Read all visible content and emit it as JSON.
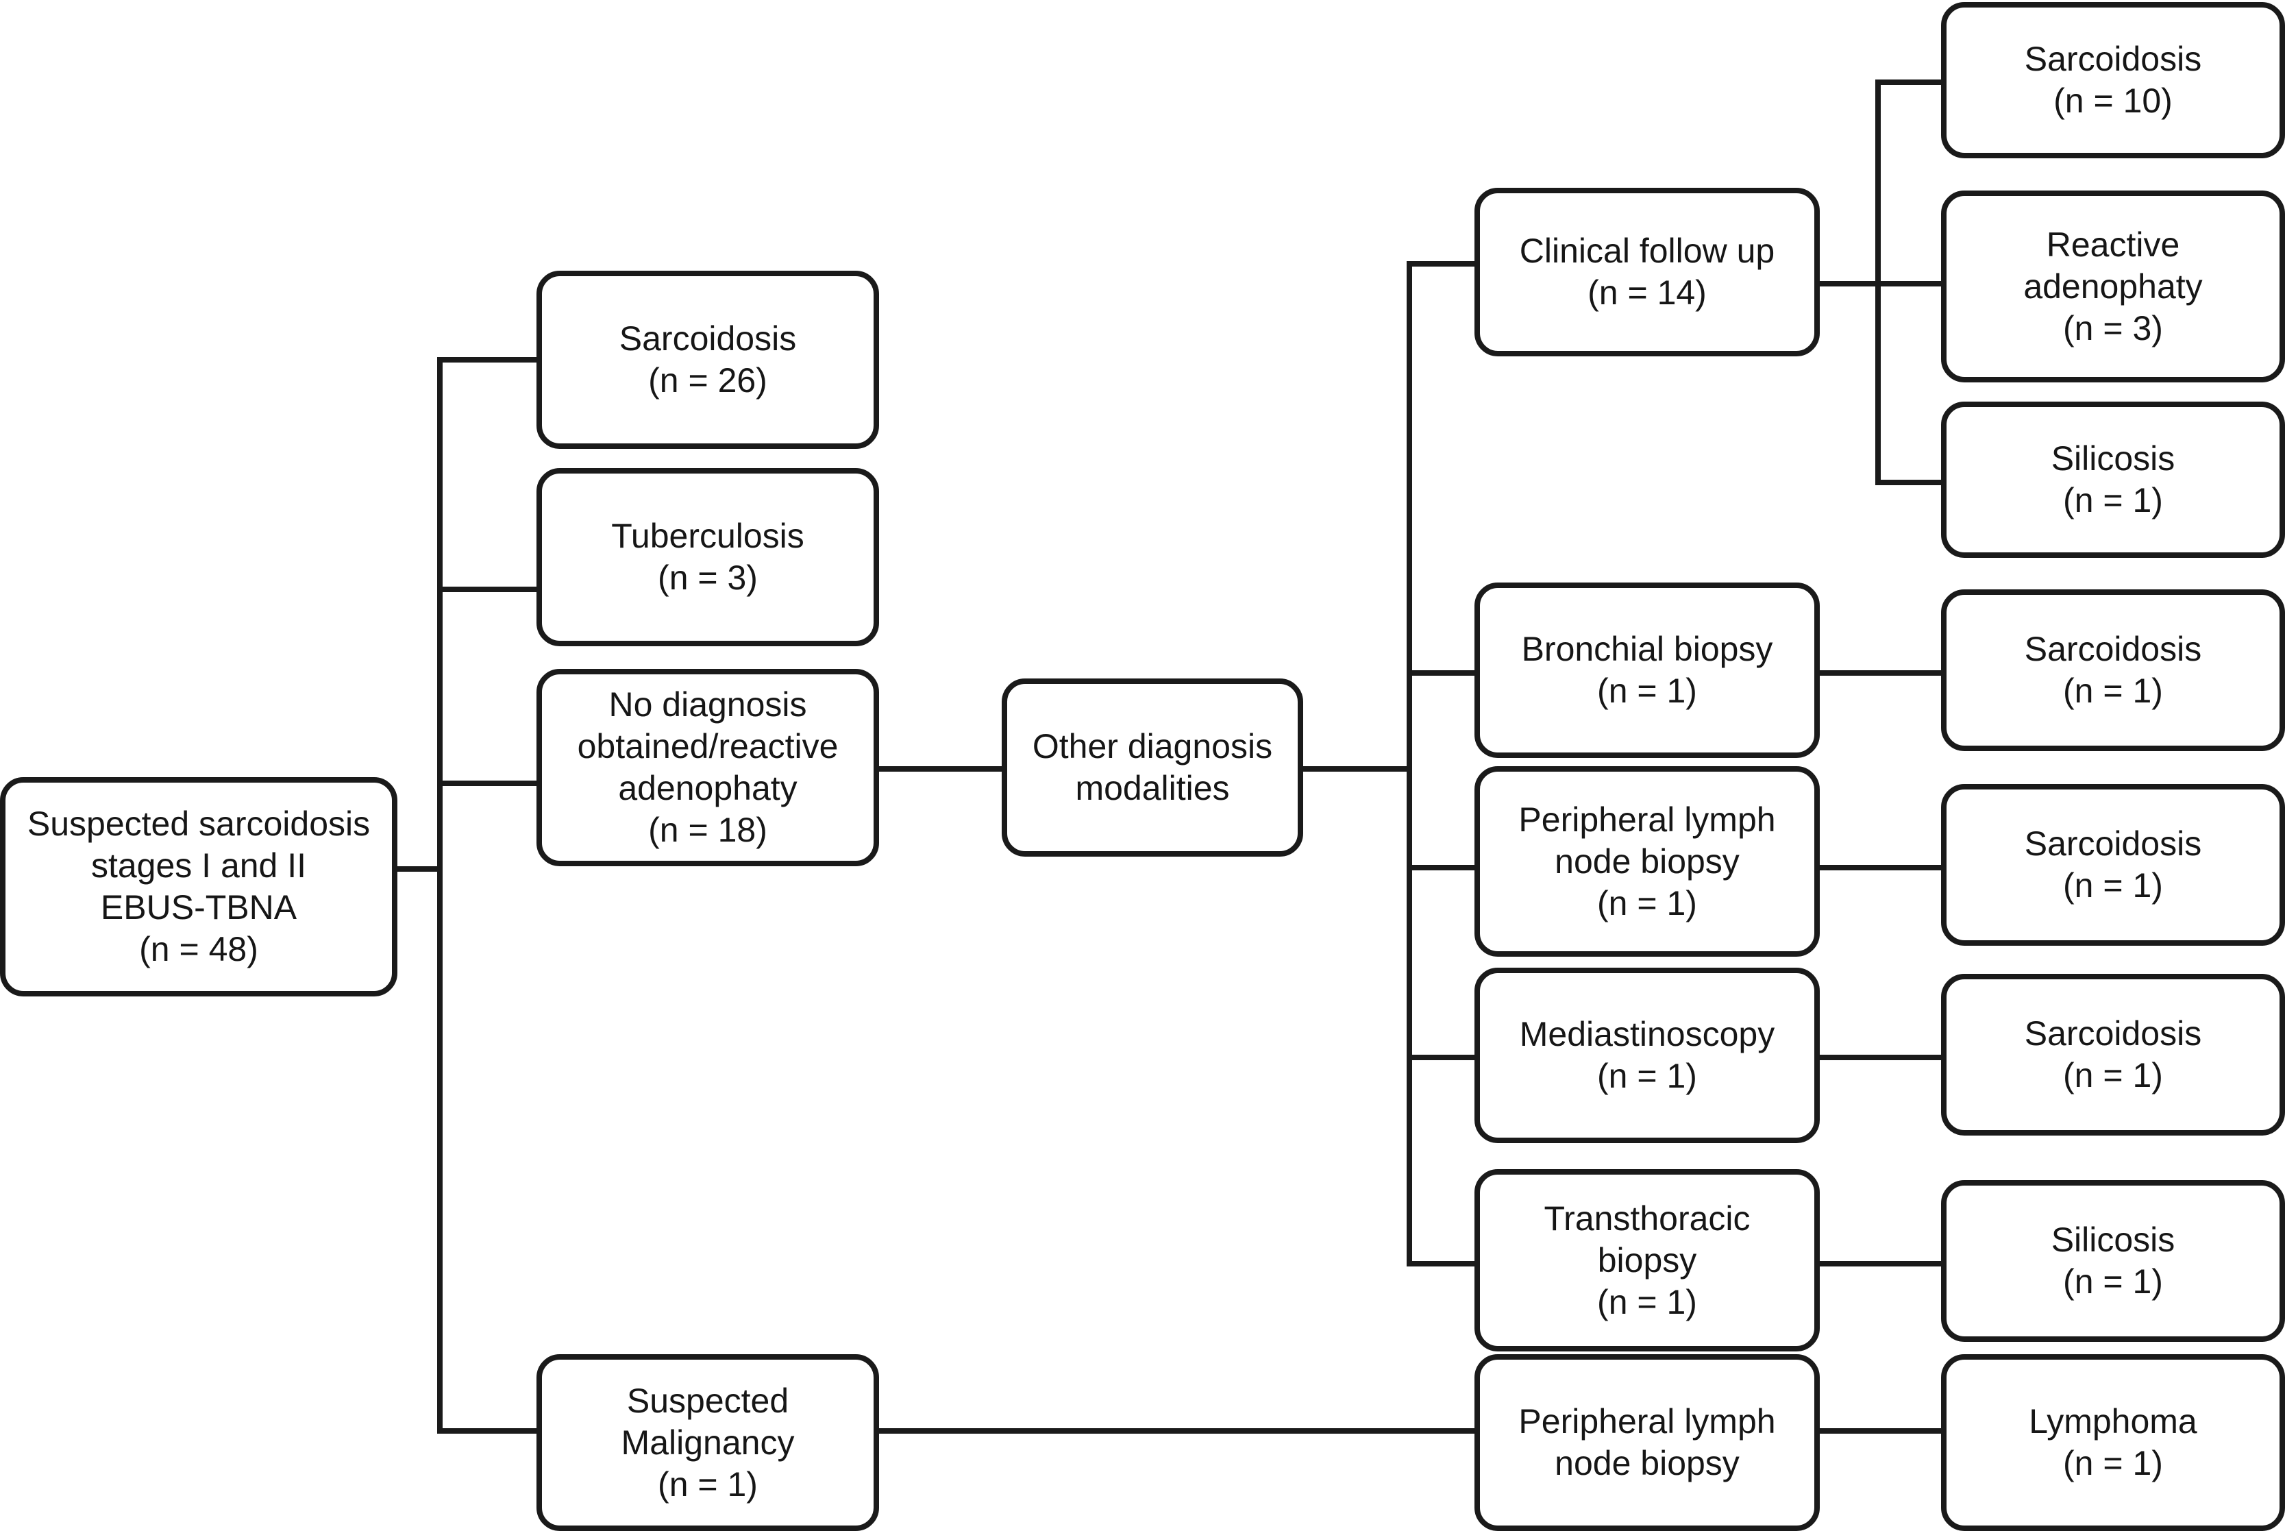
{
  "diagram": {
    "type": "flowchart",
    "title": "EBUS-TBNA diagnostic pathway for suspected sarcoidosis stages I and II",
    "orientation": "left-to-right",
    "colors": {
      "line": "#1a1a1a",
      "box_border": "#1a1a1a",
      "box_fill": "#ffffff",
      "text": "#161616"
    },
    "nodes": {
      "root": {
        "label": "Suspected sarcoidosis\nstages I and II\nEBUS-TBNA\n(n = 48)",
        "n": 48
      },
      "sarcoidosis_26": {
        "label": "Sarcoidosis\n(n = 26)",
        "n": 26
      },
      "tuberculosis_3": {
        "label": "Tuberculosis\n(n = 3)",
        "n": 3
      },
      "no_diagnosis_18": {
        "label": "No diagnosis\nobtained/reactive\nadenophaty\n(n = 18)",
        "n": 18
      },
      "suspected_malignancy_1": {
        "label": "Suspected\nMalignancy\n(n = 1)",
        "n": 1
      },
      "other_modalities": {
        "label": "Other diagnosis\nmodalities",
        "n": null
      },
      "clinical_follow_up_14": {
        "label": "Clinical follow up\n(n = 14)",
        "n": 14
      },
      "bronchial_biopsy_1": {
        "label": "Bronchial biopsy\n(n = 1)",
        "n": 1
      },
      "peripheral_lymph_node_biopsy_1": {
        "label": "Peripheral lymph\nnode biopsy\n(n = 1)",
        "n": 1
      },
      "mediastinoscopy_1": {
        "label": "Mediastinoscopy\n(n = 1)",
        "n": 1
      },
      "transthoracic_biopsy_1": {
        "label": "Transthoracic\nbiopsy\n(n = 1)",
        "n": 1
      },
      "peripheral_lymph_node_biopsy_bottom": {
        "label": "Peripheral lymph\nnode biopsy",
        "n": null
      },
      "out_sarcoidosis_10": {
        "label": "Sarcoidosis\n(n = 10)",
        "n": 10
      },
      "out_reactive_adenophaty_3": {
        "label": "Reactive\nadenophaty\n(n = 3)",
        "n": 3
      },
      "out_silicosis_1_top": {
        "label": "Silicosis\n(n = 1)",
        "n": 1
      },
      "out_sarcoidosis_1_a": {
        "label": "Sarcoidosis\n(n = 1)",
        "n": 1
      },
      "out_sarcoidosis_1_b": {
        "label": "Sarcoidosis\n(n = 1)",
        "n": 1
      },
      "out_sarcoidosis_1_c": {
        "label": "Sarcoidosis\n(n = 1)",
        "n": 1
      },
      "out_silicosis_1_bottom": {
        "label": "Silicosis\n(n = 1)",
        "n": 1
      },
      "out_lymphoma_1": {
        "label": "Lymphoma\n(n = 1)",
        "n": 1
      }
    },
    "edges": [
      {
        "from": "root",
        "to": "sarcoidosis_26"
      },
      {
        "from": "root",
        "to": "tuberculosis_3"
      },
      {
        "from": "root",
        "to": "no_diagnosis_18"
      },
      {
        "from": "root",
        "to": "suspected_malignancy_1"
      },
      {
        "from": "no_diagnosis_18",
        "to": "other_modalities"
      },
      {
        "from": "other_modalities",
        "to": "clinical_follow_up_14"
      },
      {
        "from": "other_modalities",
        "to": "bronchial_biopsy_1"
      },
      {
        "from": "other_modalities",
        "to": "peripheral_lymph_node_biopsy_1"
      },
      {
        "from": "other_modalities",
        "to": "mediastinoscopy_1"
      },
      {
        "from": "other_modalities",
        "to": "transthoracic_biopsy_1"
      },
      {
        "from": "clinical_follow_up_14",
        "to": "out_sarcoidosis_10"
      },
      {
        "from": "clinical_follow_up_14",
        "to": "out_reactive_adenophaty_3"
      },
      {
        "from": "clinical_follow_up_14",
        "to": "out_silicosis_1_top"
      },
      {
        "from": "bronchial_biopsy_1",
        "to": "out_sarcoidosis_1_a"
      },
      {
        "from": "peripheral_lymph_node_biopsy_1",
        "to": "out_sarcoidosis_1_b"
      },
      {
        "from": "mediastinoscopy_1",
        "to": "out_sarcoidosis_1_c"
      },
      {
        "from": "transthoracic_biopsy_1",
        "to": "out_silicosis_1_bottom"
      },
      {
        "from": "suspected_malignancy_1",
        "to": "peripheral_lymph_node_biopsy_bottom"
      },
      {
        "from": "peripheral_lymph_node_biopsy_bottom",
        "to": "out_lymphoma_1"
      }
    ]
  }
}
